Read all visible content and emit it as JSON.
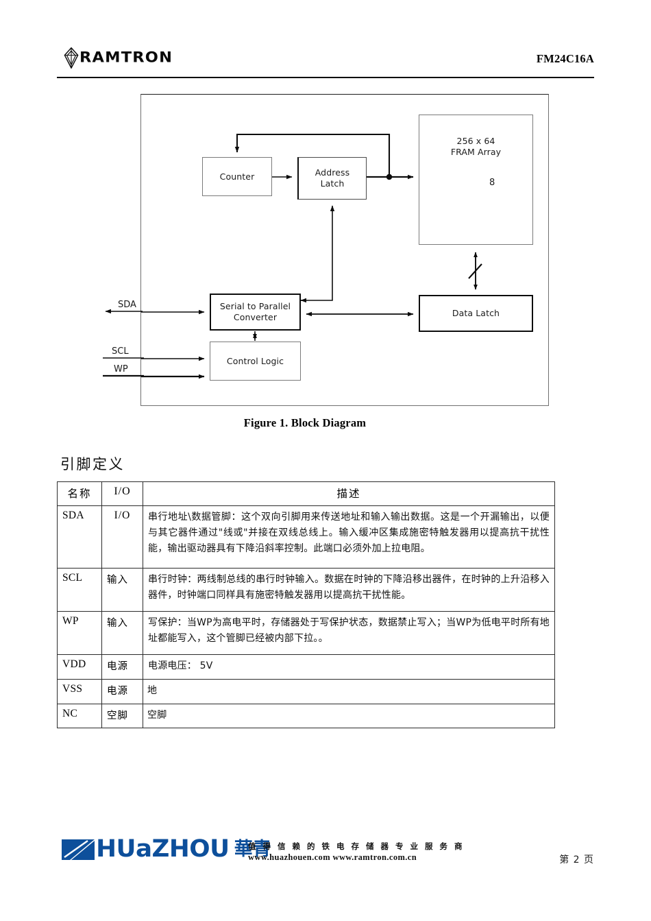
{
  "header": {
    "brand": "RAMTRON",
    "brand_logo_icon": "ramtron-diamond-icon",
    "part_number": "FM24C16A"
  },
  "figure": {
    "caption": "Figure 1. Block Diagram",
    "blocks": {
      "counter": "Counter",
      "address_latch": "Address\nLatch",
      "address_latch_line1": "Address",
      "address_latch_line2": "Latch",
      "fram_array_line1": "256 x 64",
      "fram_array_line2": "FRAM Array",
      "data_latch": "Data Latch",
      "serial_converter_line1": "Serial to Parallel",
      "serial_converter_line2": "Converter",
      "control_logic": "Control Logic"
    },
    "bus_width_label": "8",
    "signals": {
      "sda": "SDA",
      "scl": "SCL",
      "wp": "WP"
    }
  },
  "pin_section": {
    "title": "引脚定义",
    "table": {
      "headers": [
        "名称",
        "I/O",
        "描述"
      ],
      "rows": [
        {
          "name": "SDA",
          "io": "I/O",
          "io_latin": true,
          "desc": "串行地址\\数据管脚：这个双向引脚用来传送地址和输入输出数据。这是一个开漏输出，以便与其它器件通过\"线或\"并接在双线总线上。输入缓冲区集成施密特触发器用以提高抗干扰性能，输出驱动器具有下降沿斜率控制。此端口必须外加上拉电阻。"
        },
        {
          "name": "SCL",
          "io": "输入",
          "io_latin": false,
          "desc": "串行时钟：两线制总线的串行时钟输入。数据在时钟的下降沿移出器件，在时钟的上升沿移入器件，时钟端口同样具有施密特触发器用以提高抗干扰性能。"
        },
        {
          "name": "WP",
          "io": "输入",
          "io_latin": false,
          "desc": "写保护：当WP为高电平时，存储器处于写保护状态，数据禁止写入；当WP为低电平时所有地址都能写入，这个管脚已经被内部下拉。。"
        },
        {
          "name": "VDD",
          "io": "电源",
          "io_latin": false,
          "desc": "电源电压：  5V"
        },
        {
          "name": "VSS",
          "io": "电源",
          "io_latin": false,
          "desc": "地"
        },
        {
          "name": "NC",
          "io": "空脚",
          "io_latin": false,
          "desc": "空脚"
        }
      ]
    }
  },
  "footer": {
    "logo_word": "HUaZHOU",
    "logo_cn": "華青",
    "logo_mark_icon": "huazhou-slash-icon",
    "tagline_cn": "值 得 信 赖 的 铁 电 存 储 器 专 业 服 务 商",
    "tagline_urls": "www.huazhouen.com  www.ramtron.com.cn",
    "page_number": "第 2 页",
    "brand_color": "#0d4f9b"
  }
}
